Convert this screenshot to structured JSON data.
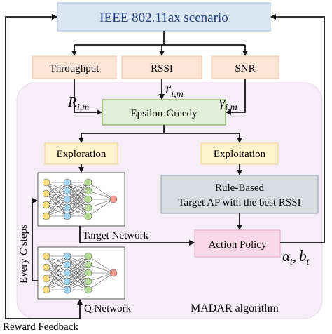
{
  "scenario": {
    "label": "IEEE 802.11ax scenario"
  },
  "metrics": {
    "throughput": "Throughput",
    "rssi": "RSSI",
    "snr": "SNR"
  },
  "symbols": {
    "r_big": "R",
    "r_big_sub": "i,m",
    "r_small": "r",
    "r_small_sub": "i,m",
    "gamma": "γ",
    "gamma_sub": "i,m",
    "alpha": "α",
    "alpha_sub": "t",
    "comma": ",",
    "b": "b",
    "b_sub": "t"
  },
  "algorithm": {
    "epsilon_greedy": "Epsilon-Greedy",
    "exploration": "Exploration",
    "exploitation": "Exploitation",
    "rule_line1": "Rule-Based",
    "rule_line2": "Target AP with the best RSSI",
    "action_policy": "Action Policy",
    "target_network": "Target Network",
    "q_network": "Q Network",
    "every_prefix": "Every",
    "every_c": "C",
    "every_suffix": "steps",
    "madar": "MADAR algorithm"
  },
  "feedback": {
    "label": "Reward Feedback"
  },
  "colors": {
    "scenario_fill": "#dae5f4",
    "scenario_stroke": "#a9c0e0",
    "scenario_text": "#1f3d7a",
    "metric_fill": "#fde5d6",
    "metric_stroke": "#f4c9ac",
    "green_fill": "#e2efd9",
    "green_stroke": "#7fae55",
    "yellow_fill": "#fff2cc",
    "yellow_stroke": "#f3d38a",
    "gray_fill": "#d9dde2",
    "gray_stroke": "#8fa0b5",
    "pink_fill": "#f9d9e6",
    "pink_stroke": "#e7a6c2",
    "region_fill": "#f6eef7",
    "region_stroke": "#ead6ee",
    "node_yellow": "#f6dc7a",
    "node_blue": "#9fd3ef",
    "node_green": "#b7dc96",
    "node_red": "#f29a8c"
  }
}
